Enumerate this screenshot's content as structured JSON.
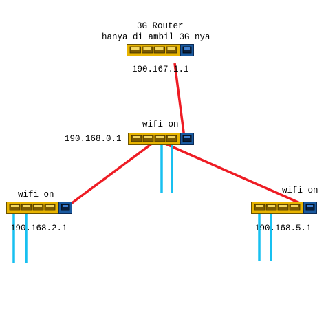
{
  "routers": [
    {
      "id": "top",
      "title": "3G Router",
      "subtitle": "hanya di ambil 3G nya",
      "ip": "190.167.1.1"
    },
    {
      "id": "mid",
      "title": "wifi on",
      "ip": "190.168.0.1"
    },
    {
      "id": "left",
      "title": "wifi on",
      "ip": "190.168.2.1"
    },
    {
      "id": "right",
      "title": "wifi on",
      "ip": "190.168.5.1"
    }
  ],
  "colors": {
    "uplink": "#ee1c24",
    "lan": "#18c0f0",
    "port_body": "#e8b400",
    "wan_body": "#1a5aa0"
  }
}
